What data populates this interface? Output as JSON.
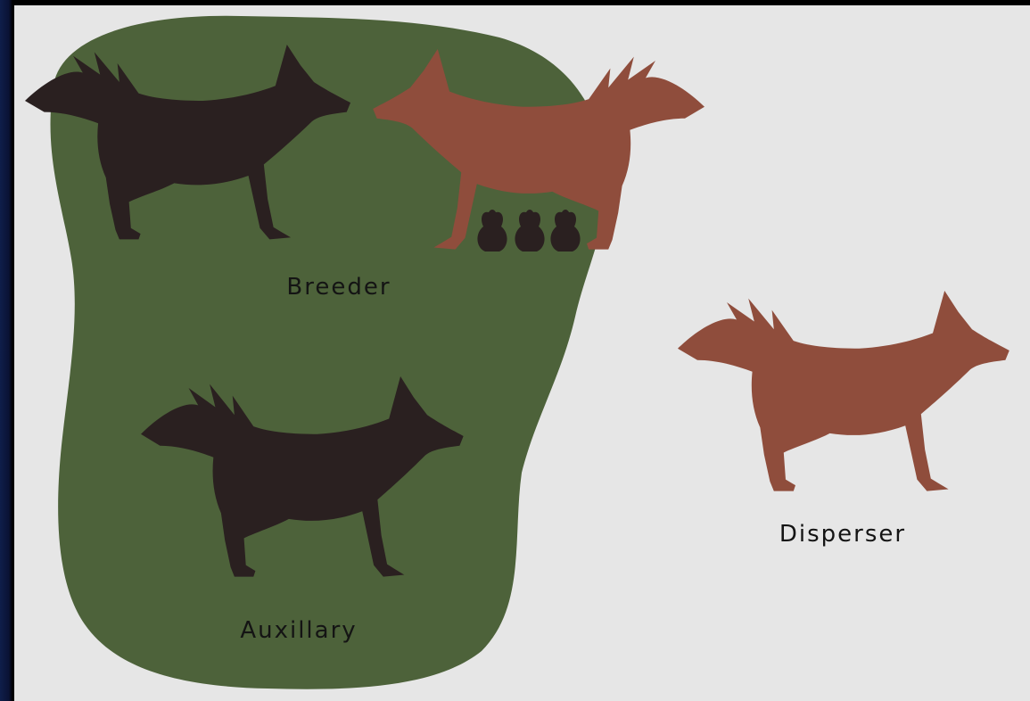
{
  "labels": {
    "breeder": "Breeder",
    "auxiliary": "Auxillary",
    "disperser": "Disperser"
  },
  "colors": {
    "background": "#e6e6e6",
    "territory": "#4d623a",
    "pack_member": "#2a2020",
    "disperser": "#8f4d3c"
  },
  "icons": [
    "dog-silhouette",
    "pup-silhouette"
  ]
}
